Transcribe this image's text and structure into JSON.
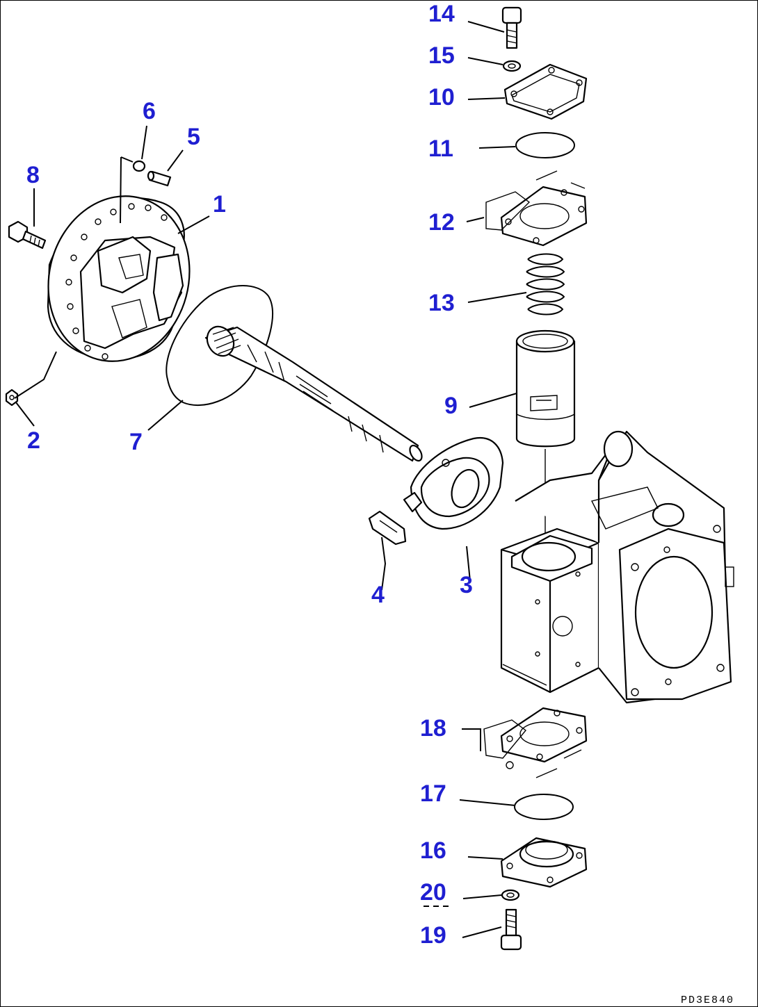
{
  "callouts": {
    "c1": "1",
    "c2": "2",
    "c3": "3",
    "c4": "4",
    "c5": "5",
    "c6": "6",
    "c7": "7",
    "c8": "8",
    "c9": "9",
    "c10": "10",
    "c11": "11",
    "c12": "12",
    "c13": "13",
    "c14": "14",
    "c15": "15",
    "c16": "16",
    "c17": "17",
    "c18": "18",
    "c19": "19",
    "c20": "20"
  },
  "drawing_code": "PD3E840",
  "colors": {
    "callout": "#1f1fd1",
    "line": "#000000",
    "background": "#ffffff"
  }
}
